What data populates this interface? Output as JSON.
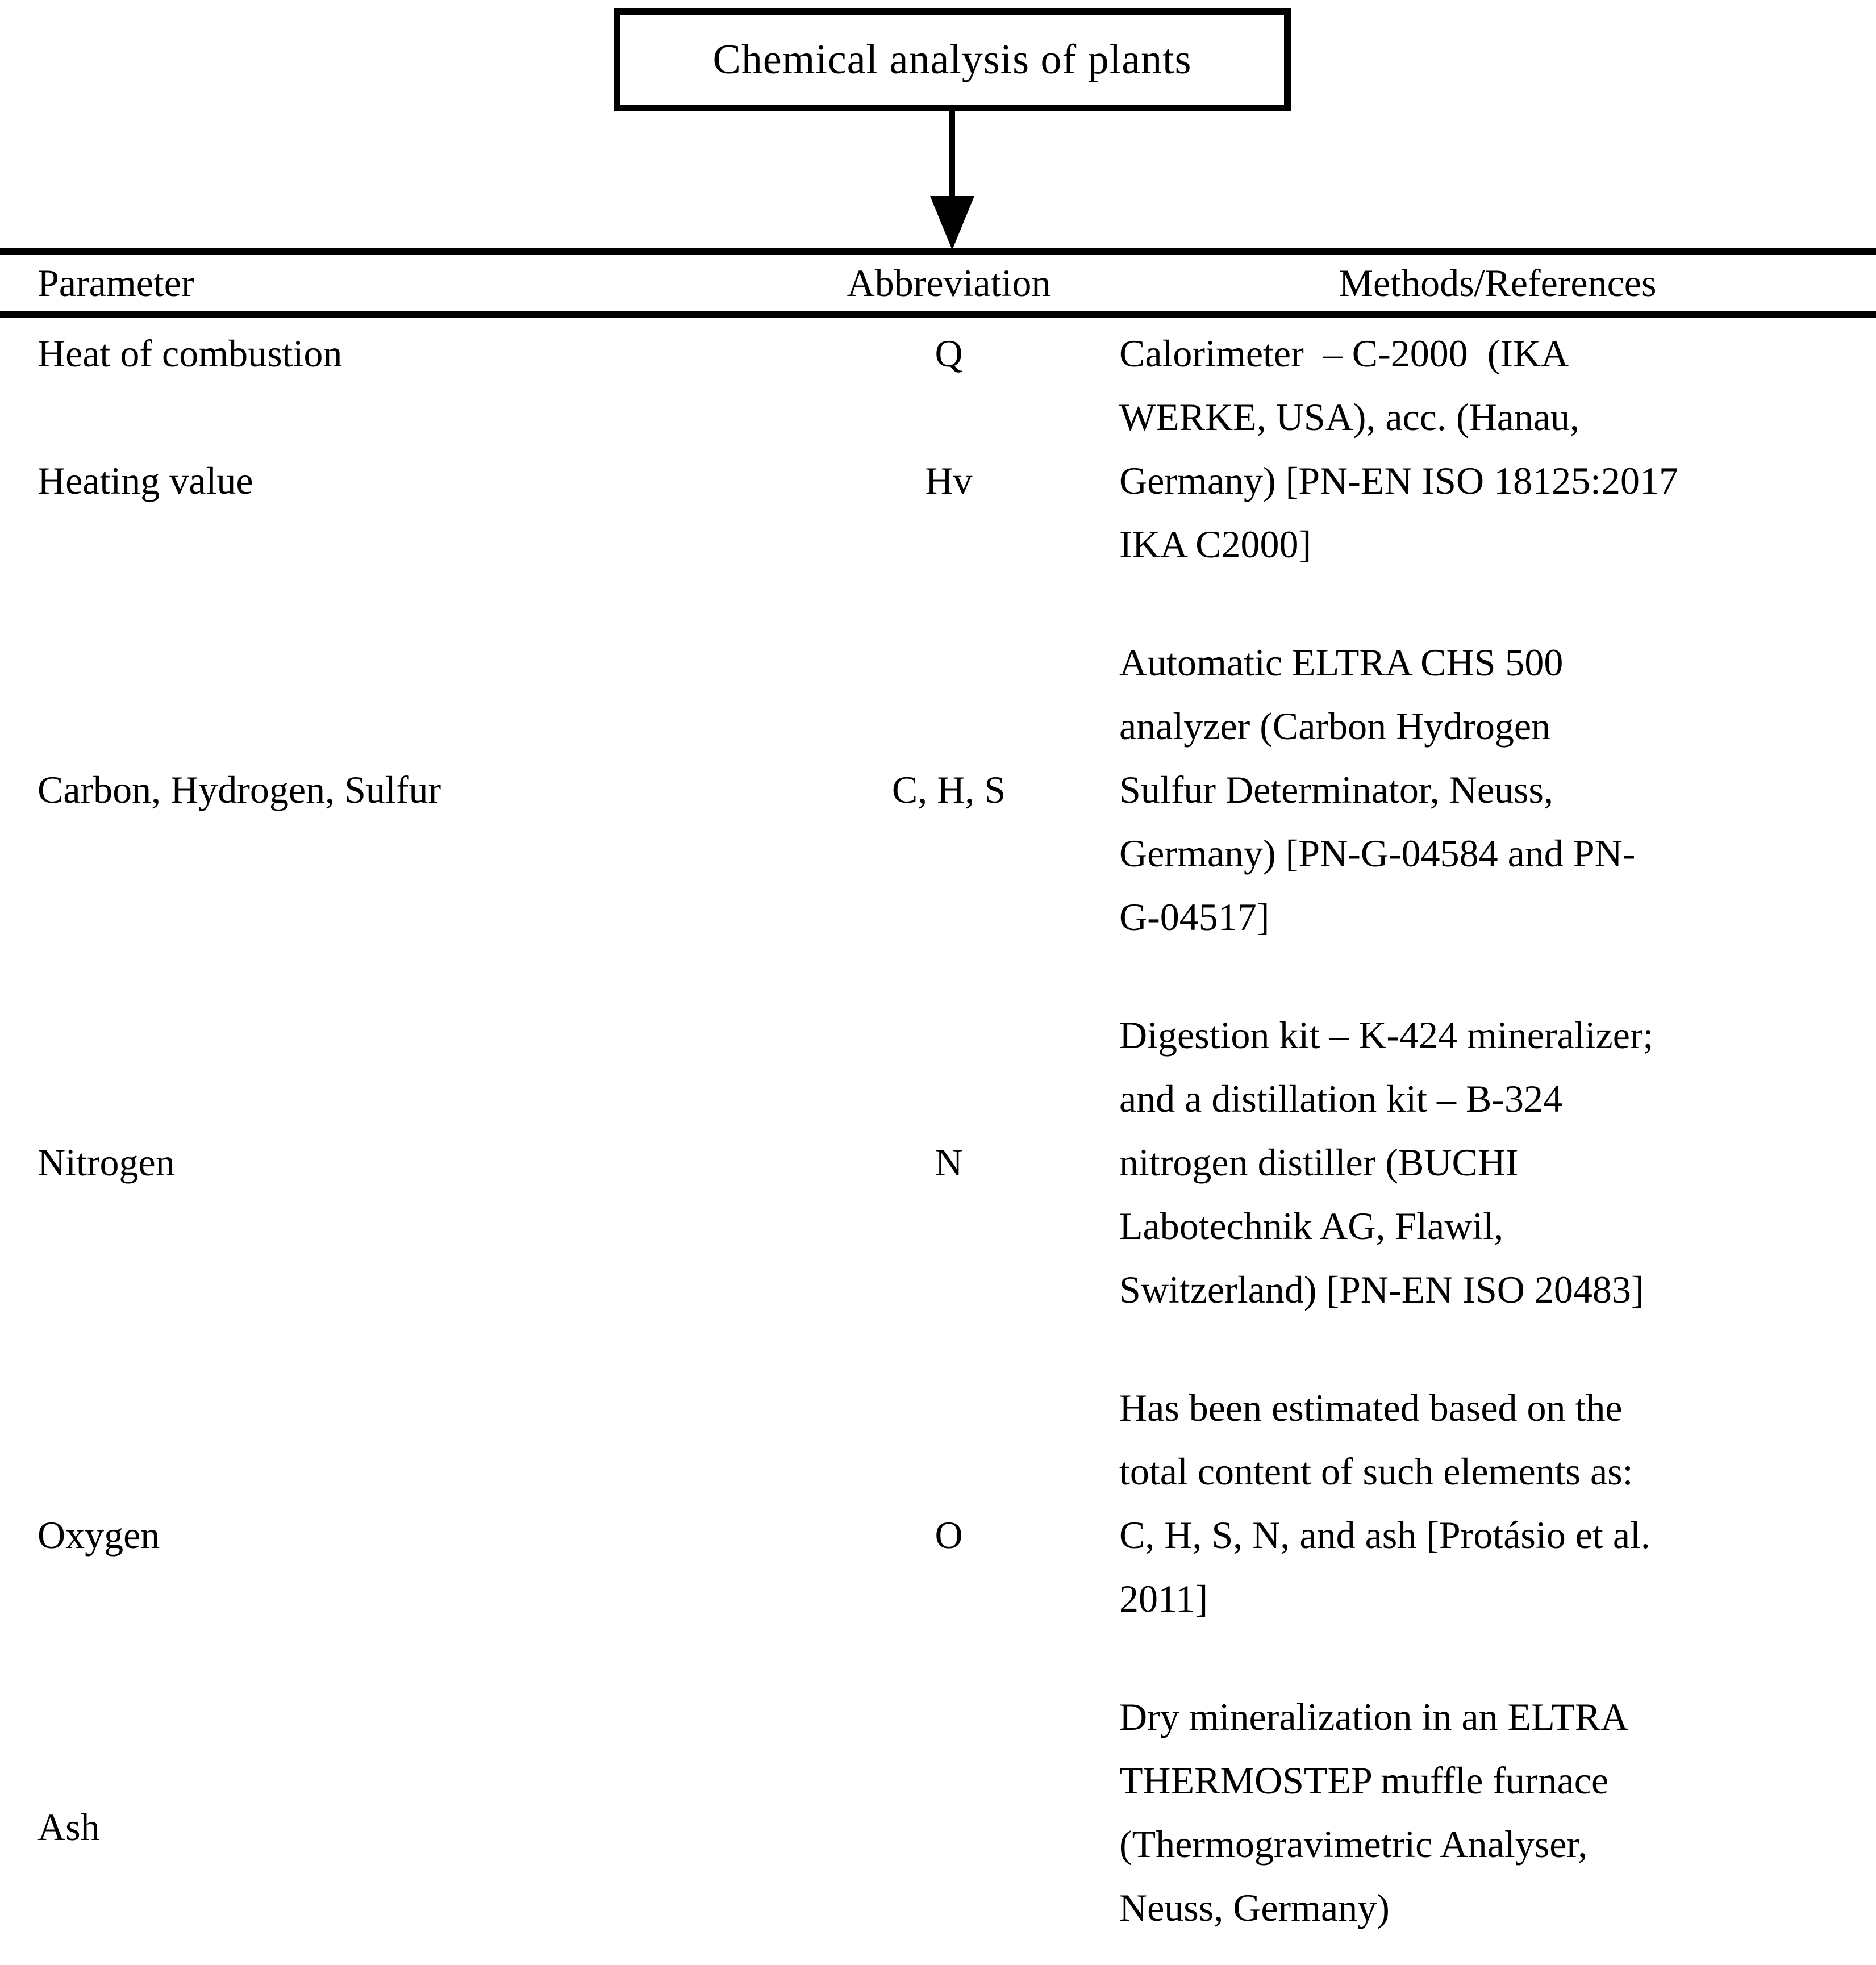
{
  "flowchart": {
    "box_label": "Chemical analysis of plants"
  },
  "table": {
    "headers": {
      "parameter": "Parameter",
      "abbreviation": "Abbreviation",
      "methods": "Methods/References"
    },
    "row_groups": [
      {
        "parameter": "Heat of combustion\n\nHeating value",
        "abbreviation": "Q\n\nHv",
        "methods": "Calorimeter  – C-2000  (IKA\nWERKE, USA), acc. (Hanau,\nGermany) [PN-EN ISO 18125:2017\nIKA C2000]"
      },
      {
        "parameter": "Carbon, Hydrogen, Sulfur",
        "abbreviation": "C, H, S",
        "methods": "Automatic ELTRA CHS 500\nanalyzer (Carbon Hydrogen\nSulfur Determinator, Neuss,\nGermany) [PN-G-04584 and PN-\nG-04517]"
      },
      {
        "parameter": "Nitrogen",
        "abbreviation": "N",
        "methods": "Digestion kit – K-424 mineralizer;\nand a distillation kit – B-324\nnitrogen distiller (BUCHI\nLabotechnik AG, Flawil,\nSwitzerland) [PN-EN ISO 20483]"
      },
      {
        "parameter": "Oxygen",
        "abbreviation": "O",
        "methods": "Has been estimated based on the\ntotal content of such elements as:\nC, H, S, N, and ash [Protásio et al.\n2011]"
      },
      {
        "parameter": "Ash",
        "abbreviation": "",
        "methods": "Dry mineralization in an ELTRA\nTHERMOSTEP muffle furnace\n(Thermogravimetric Analyser,\nNeuss, Germany)"
      }
    ]
  },
  "colors": {
    "ink": "#000000",
    "background": "#ffffff"
  }
}
